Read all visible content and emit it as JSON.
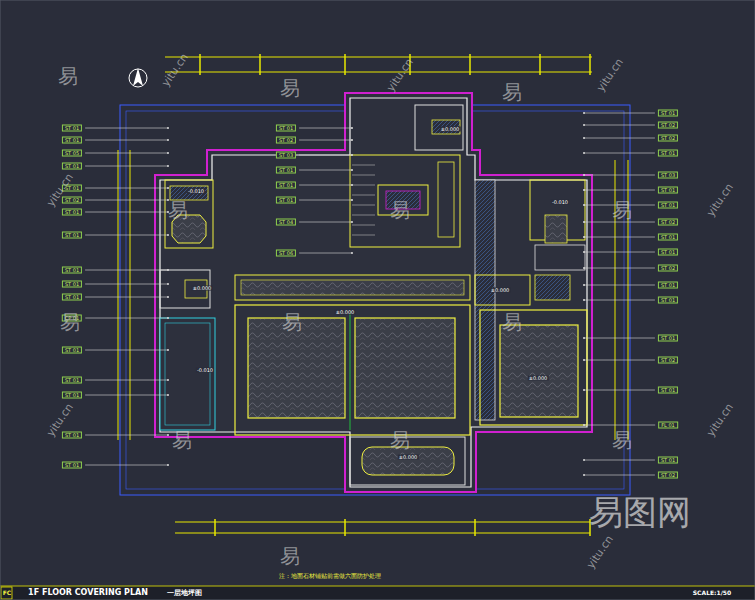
{
  "diagram": {
    "title": "1F FLOOR COVERING PLAN",
    "caption": "一层地坪图",
    "labels": [
      "SCALE:1/50",
      "注：地面石材铺贴前需做六面防护处理",
      "FC",
      "-0.010",
      "±0.000",
      "-0.010",
      "±0.000",
      "±0.000",
      "-0.010",
      "±0.000",
      "±0.000",
      "±0.000",
      "ST 01",
      "ST 01",
      "ST 05",
      "ST 01",
      "ST 01",
      "ST 02",
      "ST 01",
      "ST 01",
      "ST 01",
      "ST 01",
      "ST 01",
      "CP 01",
      "ST 01",
      "ST 01",
      "ST 01",
      "ST 01",
      "ST 01",
      "ST 01",
      "ST 02",
      "ST 03",
      "ST 01",
      "ST 01",
      "ST 01",
      "ST 04",
      "ST 06",
      "ST 01",
      "ST 02",
      "ST 02",
      "ST 01",
      "ST 03",
      "ST 01",
      "ST 01",
      "ST 02",
      "ST 01",
      "ST 01",
      "ST 02",
      "ST 01",
      "ST 01",
      "ST 01",
      "ST 02",
      "ST 01",
      "FL 01",
      "ST 01",
      "ST 02",
      "易",
      "易",
      "易",
      "易",
      "易",
      "易",
      "易",
      "易",
      "易",
      "易",
      "易",
      "易",
      "易",
      "yitu.cn",
      "yitu.cn",
      "yitu.cn",
      "yitu.cn",
      "yitu.cn",
      "yitu.cn",
      "yitu.cn",
      "yitu.cn",
      "易图网"
    ]
  }
}
